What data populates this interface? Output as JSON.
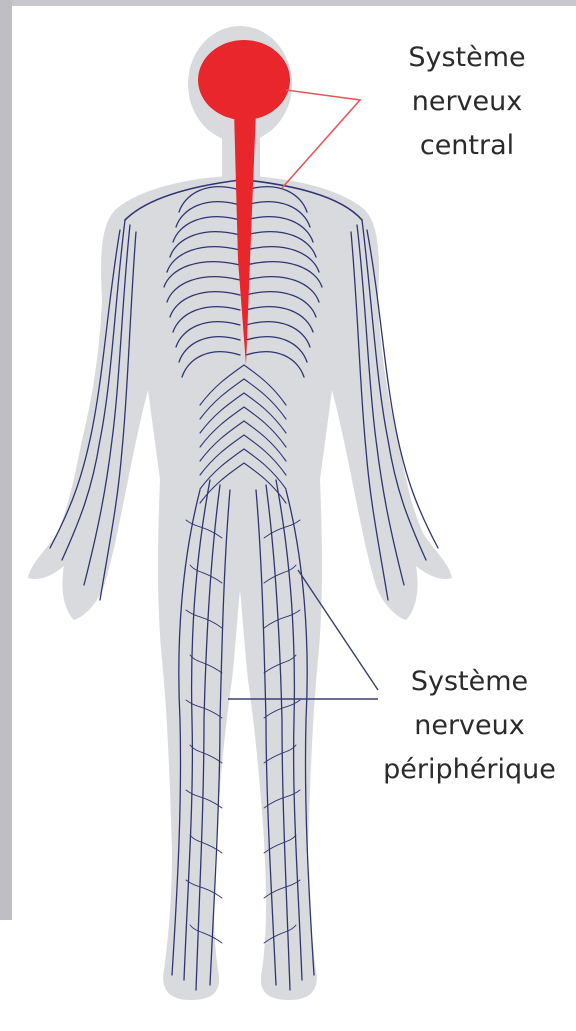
{
  "labels": {
    "central": [
      "Système",
      "nerveux",
      "central"
    ],
    "peripheral": [
      "Système",
      "nerveux",
      "périphérique"
    ]
  },
  "colors": {
    "background": "#ffffff",
    "body_fill": "#d9dade",
    "body_edge": "#cfd0d5",
    "nerve": "#2f3570",
    "central_nervous_system": "#e8262b",
    "pointer_line_central": "#e05a5a",
    "pointer_line_peripheral": "#3a3f6e",
    "label_text": "#2b2b2b"
  }
}
